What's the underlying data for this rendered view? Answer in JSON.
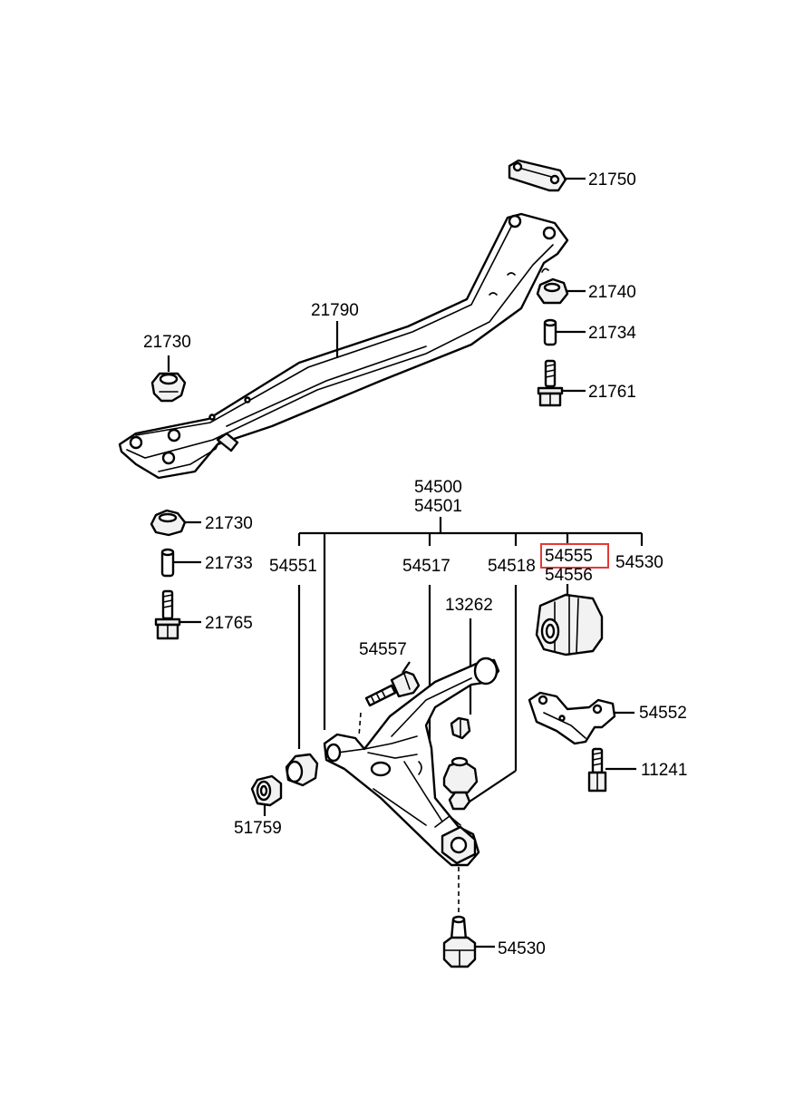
{
  "highlight_color": "#e53935",
  "labels": {
    "p21750": "21750",
    "p21790": "21790",
    "p21740": "21740",
    "p21734": "21734",
    "p21730_top": "21730",
    "p21761": "21761",
    "p21730_low": "21730",
    "p21733": "21733",
    "p21765": "21765",
    "p54500": "54500",
    "p54501": "54501",
    "p54551": "54551",
    "p54517": "54517",
    "p54518": "54518",
    "p54555": "54555",
    "p54556": "54556",
    "p54530_top": "54530",
    "p13262": "13262",
    "p54557": "54557",
    "p54552": "54552",
    "p11241": "11241",
    "p51759": "51759",
    "p54530_bottom": "54530"
  },
  "highlighted_part": "54555"
}
